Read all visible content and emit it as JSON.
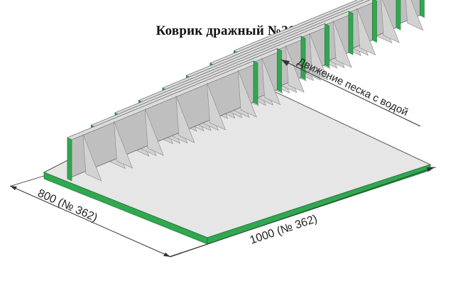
{
  "title": "Коврик дражный №362",
  "direction_label": "Движение песка с водой",
  "dim_width": "800 (№ 362)",
  "dim_length": "1000 (№ 362)",
  "colors": {
    "edge_green": "#2fa84f",
    "plate_light": "#e6e6e6",
    "rib_face": "#bfbfbf",
    "rib_top": "#dcdcdc",
    "rib_end": "#d2d2d2",
    "line": "#333333"
  }
}
